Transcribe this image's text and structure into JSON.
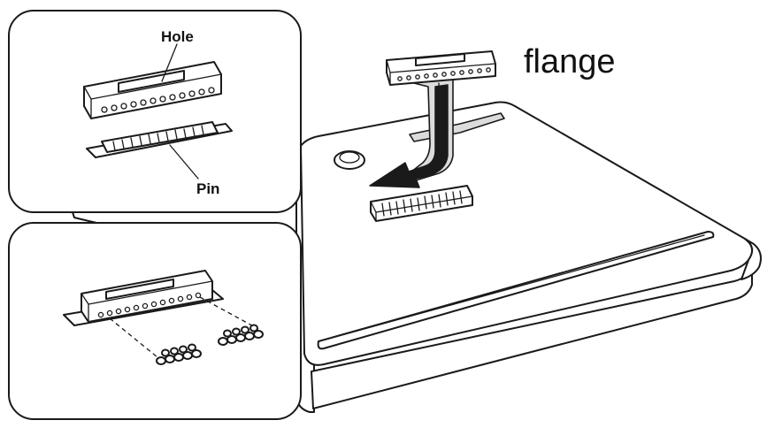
{
  "labels": {
    "hole": "Hole",
    "pin": "Pin",
    "flange": "flange"
  },
  "colors": {
    "line": "#1a1a1a",
    "background": "#ffffff",
    "shade": "#dcdcdc"
  }
}
